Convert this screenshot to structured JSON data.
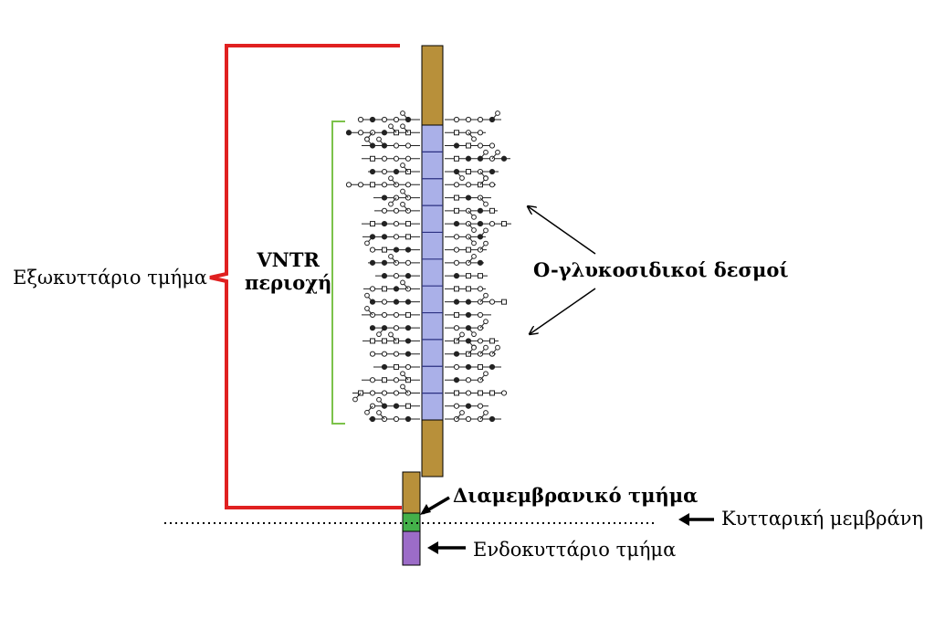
{
  "labels": {
    "extracellular": "Εξωκυττάριο τμήμα",
    "vntr_line1": "VNTR",
    "vntr_line2": "περιοχή",
    "o_glycosidic": "O-γλυκοσιδικοί δεσμοί",
    "transmembrane": "Διαμεμβρανικό τμήμα",
    "cell_membrane": "Κυτταρική μεμβράνη",
    "intracellular": "Ενδοκυττάριο τμήμα"
  },
  "colors": {
    "bracket_red": "#e02020",
    "bracket_green": "#7cc24a",
    "stem_gold": "#b8903a",
    "vntr_blue": "#aab0e8",
    "transmembrane_green": "#44b04a",
    "intracellular_purple": "#9c6cc8"
  },
  "vntr_repeats": 11,
  "glycan_rows": 24
}
